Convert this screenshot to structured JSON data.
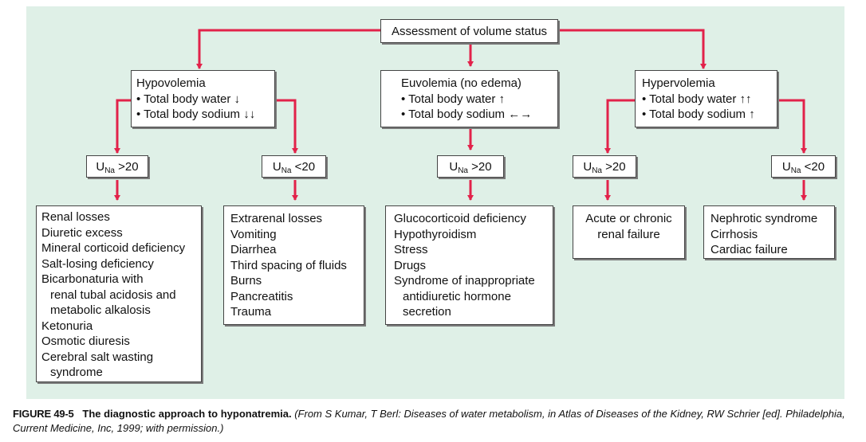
{
  "colors": {
    "panel_bg": "#dff0e7",
    "arrow": "#e2224a",
    "box_border": "#444444"
  },
  "root": {
    "label": "Assessment of volume status"
  },
  "branches": [
    {
      "title": "Hypovolemia",
      "bullets": [
        "• Total body water ↓",
        "• Total body sodium ↓↓"
      ]
    },
    {
      "title": "Euvolemia (no edema)",
      "bullets": [
        "• Total body water ↑",
        "• Total body sodium ←→"
      ]
    },
    {
      "title": "Hypervolemia",
      "bullets": [
        "• Total body water ↑↑",
        "• Total body sodium ↑"
      ]
    }
  ],
  "una": {
    "prefix": "U",
    "sub": "Na",
    "tests": [
      ">20",
      "<20",
      ">20",
      ">20",
      "<20"
    ]
  },
  "outcomes": [
    {
      "lines": [
        "Renal losses",
        "Diuretic excess",
        "Mineral corticoid deficiency",
        "Salt-losing deficiency",
        "Bicarbonaturia with",
        "renal tubal acidosis and",
        "metabolic alkalosis",
        "Ketonuria",
        "Osmotic diuresis",
        "Cerebral salt wasting",
        "syndrome"
      ]
    },
    {
      "lines": [
        "Extrarenal losses",
        "Vomiting",
        "Diarrhea",
        "Third spacing of fluids",
        "Burns",
        "Pancreatitis",
        "Trauma"
      ]
    },
    {
      "lines": [
        "Glucocorticoid deficiency",
        "Hypothyroidism",
        "Stress",
        "Drugs",
        "Syndrome of inappropriate",
        "antidiuretic hormone",
        "secretion"
      ]
    },
    {
      "lines": [
        "Acute or chronic",
        "renal failure"
      ]
    },
    {
      "lines": [
        "Nephrotic syndrome",
        "Cirrhosis",
        "Cardiac failure"
      ]
    }
  ],
  "caption": {
    "figure": "FIGURE 49-5",
    "title": "The diagnostic approach to hyponatremia.",
    "source": "(From S Kumar, T Berl: Diseases of water metabolism, in Atlas of Diseases of the Kidney, RW Schrier [ed]. Philadelphia, Current Medicine, Inc, 1999; with permission.)"
  }
}
